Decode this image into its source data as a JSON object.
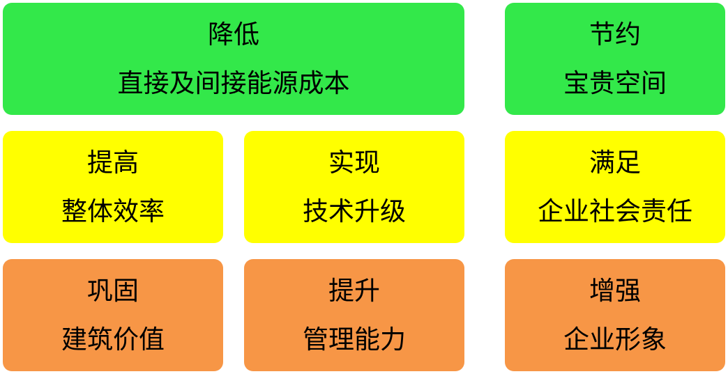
{
  "colors": {
    "green": "#33E84A",
    "yellow": "#FFFF00",
    "orange": "#F79646"
  },
  "boxes": [
    {
      "line1": "降低",
      "line2": "直接及间接能源成本"
    },
    {
      "line1": "节约",
      "line2": "宝贵空间"
    },
    {
      "line1": "提高",
      "line2": "整体效率"
    },
    {
      "line1": "实现",
      "line2": "技术升级"
    },
    {
      "line1": "满足",
      "line2": "企业社会责任"
    },
    {
      "line1": "巩固",
      "line2": "建筑价值"
    },
    {
      "line1": "提升",
      "line2": "管理能力"
    },
    {
      "line1": "增强",
      "line2": "企业形象"
    }
  ]
}
